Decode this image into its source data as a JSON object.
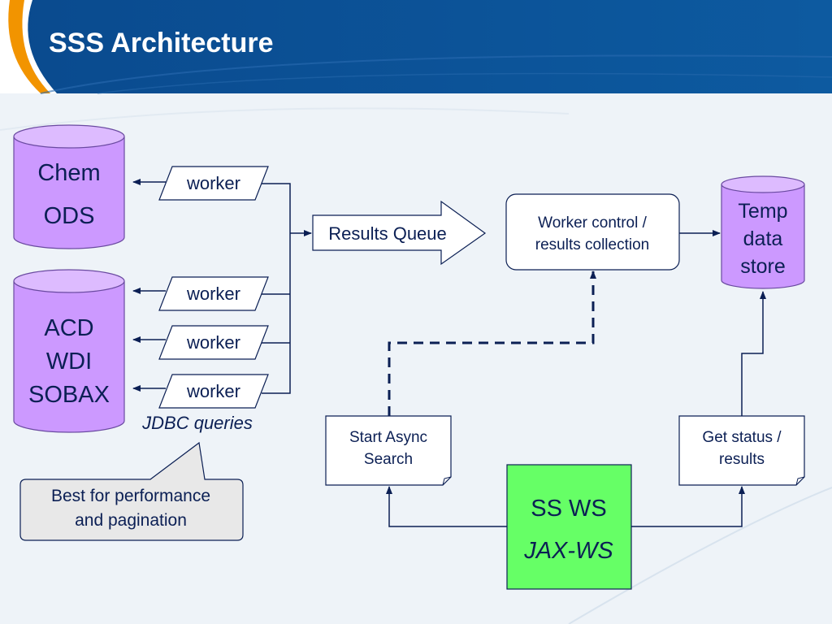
{
  "slide": {
    "title": "SSS Architecture",
    "colors": {
      "header_blue": "#0a4f94",
      "orange_accent": "#f29400",
      "database_fill": "#cc99ff",
      "ws_box_fill": "#66ff66"
    }
  },
  "diagram": {
    "chem_ods_db": {
      "line1": "Chem",
      "line2": "ODS"
    },
    "acd_db": {
      "line1": "ACD",
      "line2": "WDI",
      "line3": "SOBAX"
    },
    "workers": [
      "worker",
      "worker",
      "worker",
      "worker"
    ],
    "jdbc_label": "JDBC queries",
    "callout": {
      "line1": "Best for performance",
      "line2": "and pagination"
    },
    "results_queue": "Results Queue",
    "worker_control": {
      "line1": "Worker control /",
      "line2": "results collection"
    },
    "temp_store": {
      "line1": "Temp",
      "line2": "data",
      "line3": "store"
    },
    "start_async": {
      "line1": "Start Async",
      "line2": "Search"
    },
    "get_status": {
      "line1": "Get status /",
      "line2": "results"
    },
    "ss_ws": {
      "line1": "SS WS",
      "line2": "JAX-WS"
    }
  }
}
